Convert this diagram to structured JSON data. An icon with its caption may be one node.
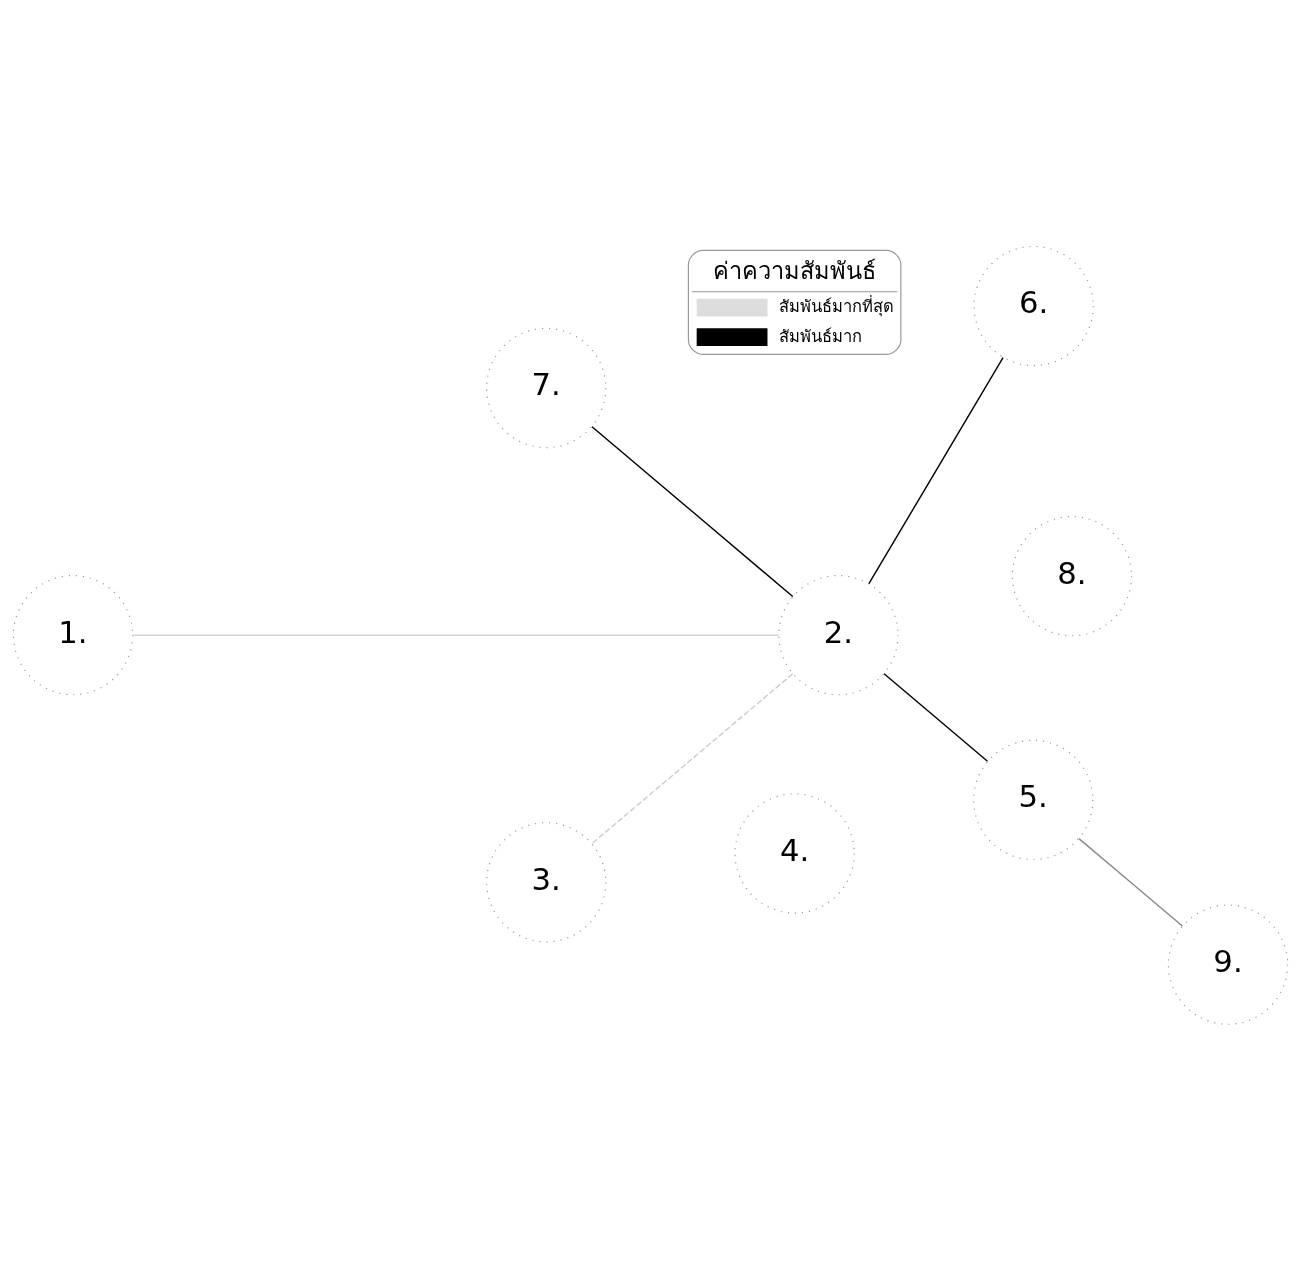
{
  "diagram": {
    "nodes": [
      {
        "text": [
          "1."
        ]
      },
      {
        "text": [
          "2."
        ]
      },
      {
        "text": [
          "3."
        ]
      },
      {
        "text": [
          "4."
        ]
      },
      {
        "text": [
          "5."
        ]
      },
      {
        "text": [
          "6."
        ]
      },
      {
        "text": [
          "7."
        ]
      },
      {
        "text": [
          "8."
        ]
      },
      {
        "text": [
          "9."
        ]
      }
    ],
    "edges": [
      {
        "from": 0,
        "to": 1,
        "arrow": "none",
        "color": "#cccccc"
      },
      {
        "from": 1,
        "to": 2,
        "arrow": "none",
        "color": "#cccccc",
        "style": "dashed"
      },
      {
        "from": 1,
        "to": 6,
        "arrow": "none"
      },
      {
        "from": 1,
        "to": 5,
        "arrow": "none"
      },
      {
        "from": 1,
        "to": 4,
        "arrow": "none"
      },
      {
        "from": 8,
        "to": 4,
        "arrow": "none",
        "color": "#888888"
      }
    ],
    "labels": [
      "ค่าความสัมพันธ์"
    ],
    "legend": [
      {
        "text": "สัมพันธ์มากที่สุด"
      },
      {
        "text": "สัมพันธ์มาก"
      }
    ]
  }
}
